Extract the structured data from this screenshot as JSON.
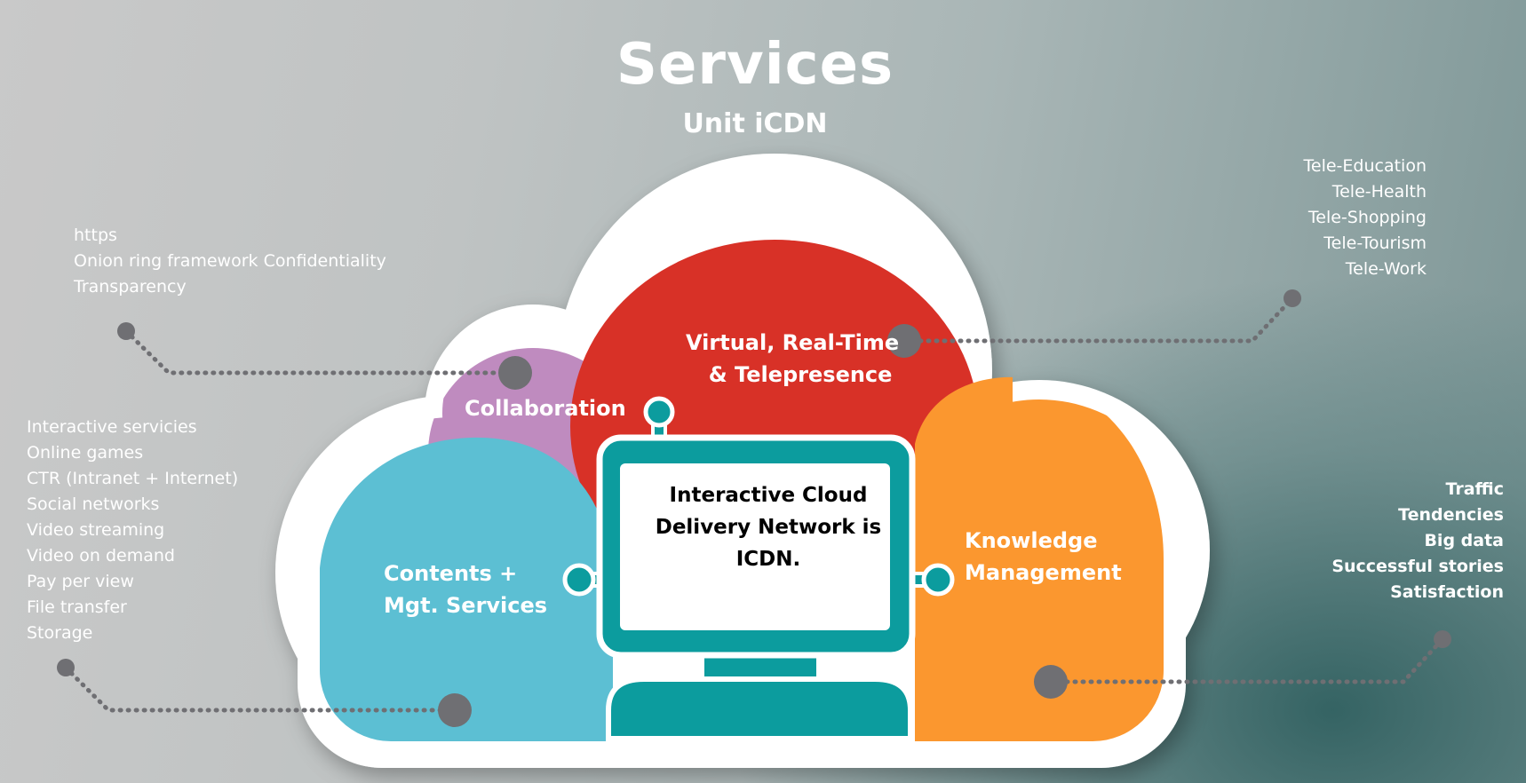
{
  "title": "Services",
  "subtitle": "Unit iCDN",
  "colors": {
    "collaboration": "#bf8bbf",
    "virtual": "#d83127",
    "contents": "#5cbfd3",
    "knowledge": "#fb972f",
    "monitor": "#0c9c9e",
    "connector": "#6f6f73"
  },
  "segments": {
    "virtual": {
      "line1": "Virtual, Real-Time",
      "line2": "& Telepresence"
    },
    "collaboration": {
      "label": "Collaboration"
    },
    "contents": {
      "line1": "Contents +",
      "line2": "Mgt. Services"
    },
    "knowledge": {
      "line1": "Knowledge",
      "line2": "Management"
    }
  },
  "monitor": {
    "line1": "Interactive Cloud",
    "line2": "Delivery Network is",
    "line3": "ICDN."
  },
  "lists": {
    "security": [
      "https",
      "Onion ring framework Confidentiality",
      "Transparency"
    ],
    "interactive": [
      "Interactive servicies",
      "Online games",
      "CTR (Intranet + Internet)",
      "Social networks",
      "Video streaming",
      "Video on demand",
      "Pay per view",
      "File transfer",
      "Storage"
    ],
    "tele": [
      "Tele-Education",
      "Tele-Health",
      "Tele-Shopping",
      "Tele-Tourism",
      "Tele-Work"
    ],
    "analytics": [
      "Traffic",
      "Tendencies",
      "Big data",
      "Successful stories",
      "Satisfaction"
    ]
  }
}
